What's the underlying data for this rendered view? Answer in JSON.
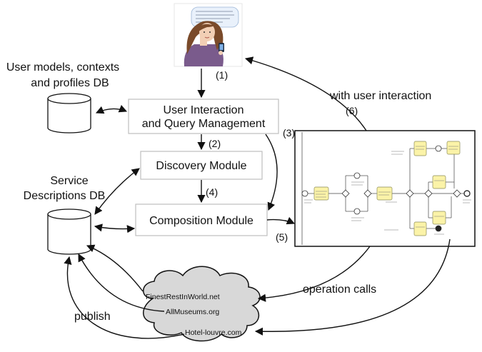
{
  "boxes": {
    "uiqm_line1": "User Interaction",
    "uiqm_line2": "and Query Management",
    "discovery": "Discovery Module",
    "composition": "Composition Module"
  },
  "databases": {
    "user_models_line1": "User models, contexts",
    "user_models_line2": "and profiles  DB",
    "service_line1": "Service",
    "service_line2": "Descriptions DB"
  },
  "steps": {
    "s1": "(1)",
    "s2": "(2)",
    "s3": "(3)",
    "s4": "(4)",
    "s5": "(5)",
    "s6": "(6)"
  },
  "labels": {
    "with_user_interaction": "with user interaction",
    "operation_calls": "operation calls",
    "publish": "publish"
  },
  "cloud": {
    "site1": "FinestRestInWorld.net",
    "site2": "AllMuseums.org",
    "site3": "Hotel-louvre.com"
  },
  "colors": {
    "line": "#111111",
    "cloud_fill": "#d8d8d8",
    "bpmn_task": "#fbf3a8",
    "speech_bubble": "#e9f1fb",
    "hair": "#7a4a2a",
    "coat": "#7a5b8c"
  },
  "icons": {
    "user": "woman-with-phone-icon",
    "database": "cylinder-database-icon",
    "workflow": "bpmn-workflow-icon",
    "cloud": "cloud-icon"
  }
}
